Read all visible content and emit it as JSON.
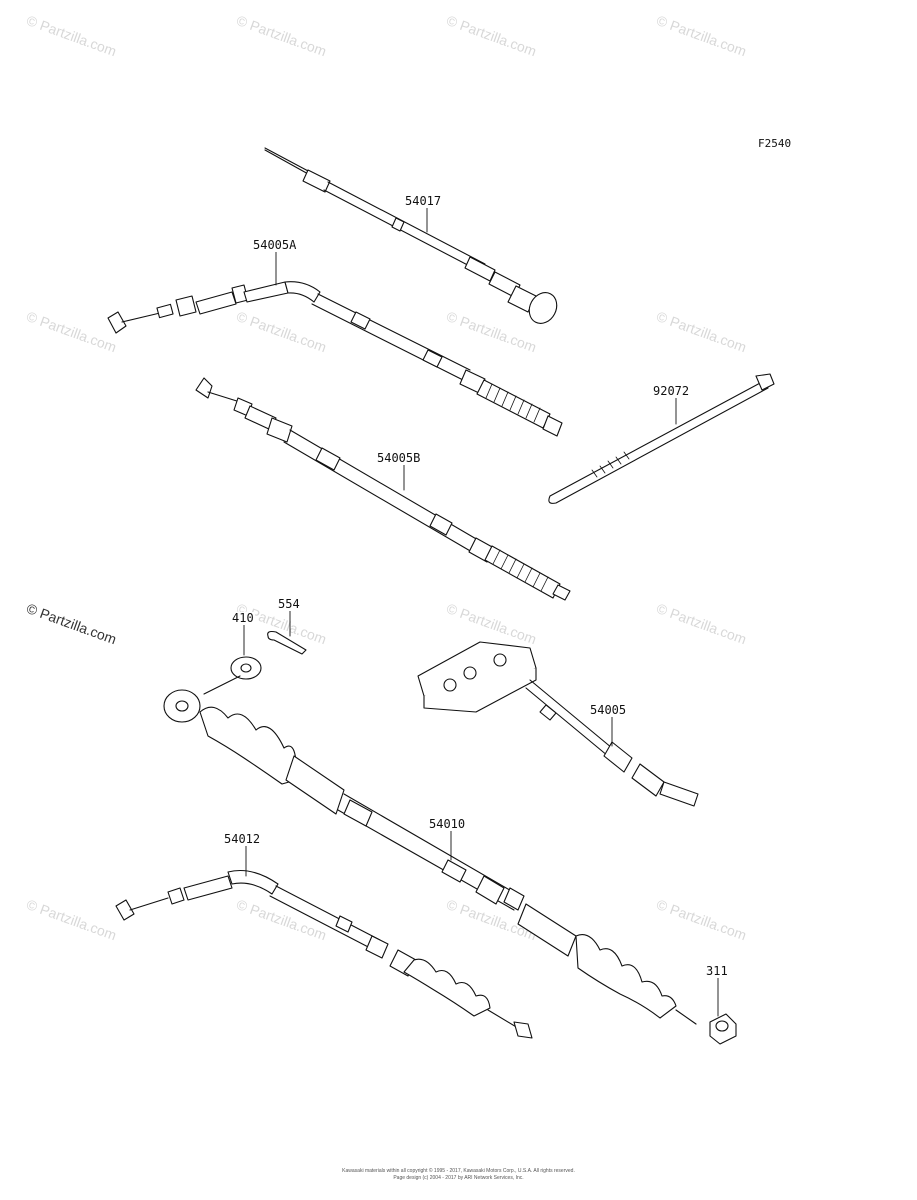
{
  "figure_id": "F2540",
  "watermark_text": "© Partzilla.com",
  "part_labels": {
    "p54017": "54017",
    "p54005A": "54005A",
    "p92072": "92072",
    "p54005B": "54005B",
    "p410": "410",
    "p554": "554",
    "p54005": "54005",
    "p54010": "54010",
    "p54012": "54012",
    "p311": "311"
  },
  "copyright": {
    "line1": "Kawasaki materials within all copyright © 1995 - 2017, Kawasaki Motors Corp., U.S.A. All rights reserved.",
    "line2": "Page design (c) 2004 - 2017 by ARI Network Services, Inc."
  },
  "colors": {
    "line": "#111111",
    "watermark": "#d8d8d8",
    "watermark_visible": "#333333"
  }
}
